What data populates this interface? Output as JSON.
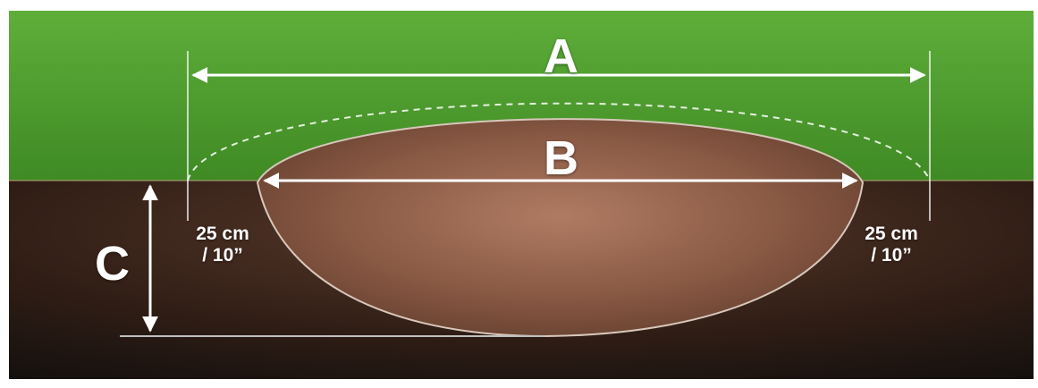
{
  "labels": {
    "a": "A",
    "b": "B",
    "c": "C"
  },
  "side_notes": {
    "left": {
      "line1": "25 cm",
      "line2": "/ 10”"
    },
    "right": {
      "line1": "25 cm",
      "line2": "/ 10”"
    }
  },
  "colors": {
    "grass": "#4f9a2f",
    "soil": "#3a241a",
    "hole": "#8a5a44",
    "lines": "#ffffff"
  }
}
